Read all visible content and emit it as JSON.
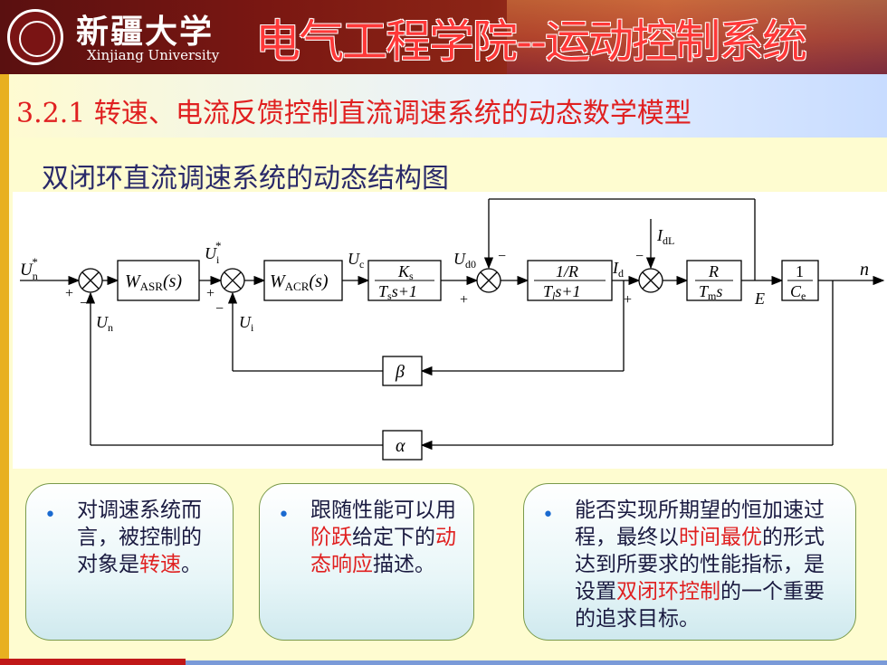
{
  "header": {
    "university_cn": "新疆大学",
    "university_en": "Xinjiang University",
    "course_title": "电气工程学院--运动控制系统"
  },
  "section_title": "3.2.1 转速、电流反馈控制直流调速系统的动态数学模型",
  "subtitle": "双闭环直流调速系统的动态结构图",
  "diagram": {
    "blocks": {
      "asr": "W",
      "asr_sub": "ASR",
      "asr_arg": "(s)",
      "acr": "W",
      "acr_sub": "ACR",
      "acr_arg": "(s)",
      "pwm_num": "K",
      "pwm_num_sub": "s",
      "pwm_den_a": "T",
      "pwm_den_sub": "s",
      "pwm_den_b": "s+1",
      "arm_num": "1/R",
      "arm_den_a": "T",
      "arm_den_sub": "l",
      "arm_den_b": "s+1",
      "mech_num": "R",
      "mech_den_a": "T",
      "mech_den_sub": "m",
      "mech_den_b": "s",
      "ce_num": "1",
      "ce_den": "C",
      "ce_den_sub": "e",
      "beta": "β",
      "alpha": "α"
    },
    "signals": {
      "un_star": "U",
      "un_star_sub": "n",
      "un_star_sup": "*",
      "ui_star": "U",
      "ui_star_sub": "i",
      "ui_star_sup": "*",
      "un": "U",
      "un_sub": "n",
      "ui": "U",
      "ui_sub": "i",
      "uc": "U",
      "uc_sub": "c",
      "ud0": "U",
      "ud0_sub": "d0",
      "id": "I",
      "id_sub": "d",
      "idl": "I",
      "idl_sub": "dL",
      "e": "E",
      "n": "n",
      "plus": "+",
      "minus": "−"
    }
  },
  "cards": [
    {
      "bullet": "•",
      "parts": [
        "对调速系统而言，被控制的对象是",
        "转速",
        "。"
      ]
    },
    {
      "bullet": "•",
      "parts": [
        "跟随性能可以用",
        "阶跃",
        "给定下的",
        "动态响应",
        "描述。"
      ]
    },
    {
      "bullet": "•",
      "parts": [
        "能否实现所期望的恒加速过程，最终以",
        "时间最优",
        "的形式达到所要求的性能指标，是设置",
        "双闭环控制",
        "的一个重要的追求目标。"
      ]
    }
  ]
}
